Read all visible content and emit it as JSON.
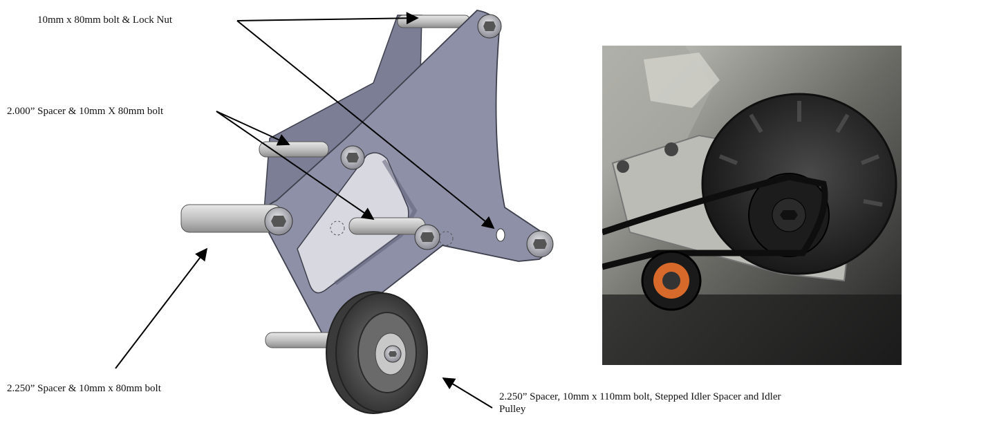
{
  "callouts": {
    "bolt_lock_nut": "10mm x 80mm bolt & Lock Nut",
    "spacer_2000": "2.000” Spacer & 10mm X 80mm bolt",
    "spacer_2250": "2.250” Spacer & 10mm x 80mm bolt",
    "idler_assembly": "2.250” Spacer, 10mm x 110mm bolt, Stepped Idler Spacer and Idler Pulley"
  },
  "colors": {
    "bracket": "#8d90a6",
    "bracket_dark": "#6c6f86",
    "spacer": "#c9c9c9",
    "pulley": "#4a4a4a",
    "arrow": "#000000",
    "photo_bg": "#2b2b2b",
    "photo_bracket": "#b9b9b4"
  },
  "icons": {
    "bolt_head": "socket-head-bolt-icon",
    "arrow": "arrow-icon"
  }
}
